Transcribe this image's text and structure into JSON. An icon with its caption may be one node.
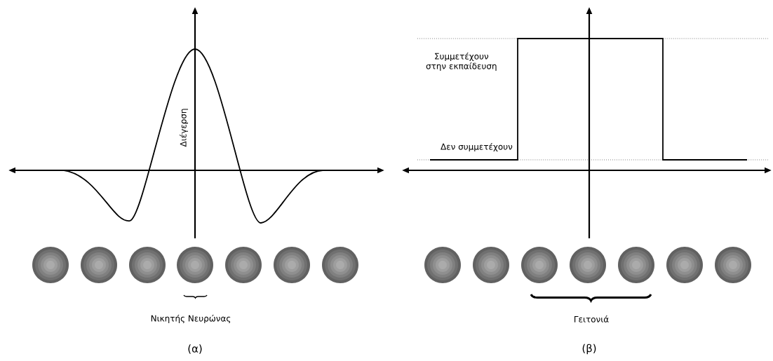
{
  "diagram": {
    "nodes": [
      {
        "text": [],
        "shape": "circle"
      },
      {
        "text": [],
        "shape": "circle"
      },
      {
        "text": [],
        "shape": "circle"
      },
      {
        "text": [],
        "shape": "circle"
      },
      {
        "text": [],
        "shape": "circle"
      },
      {
        "text": [],
        "shape": "circle"
      },
      {
        "text": [],
        "shape": "circle"
      },
      {
        "text": [],
        "shape": "circle"
      },
      {
        "text": [],
        "shape": "circle"
      },
      {
        "text": [],
        "shape": "circle"
      },
      {
        "text": [],
        "shape": "circle"
      },
      {
        "text": [],
        "shape": "circle"
      },
      {
        "text": [],
        "shape": "circle"
      },
      {
        "text": [],
        "shape": "circle"
      }
    ],
    "labels": [
      "Διέγερση",
      "Νικητής Νευρώνας",
      "(α)",
      "Συμμετέχουν στην εκπαίδευση",
      "Δεν συμμετέχουν",
      "Γειτονιά",
      "(β)"
    ]
  }
}
